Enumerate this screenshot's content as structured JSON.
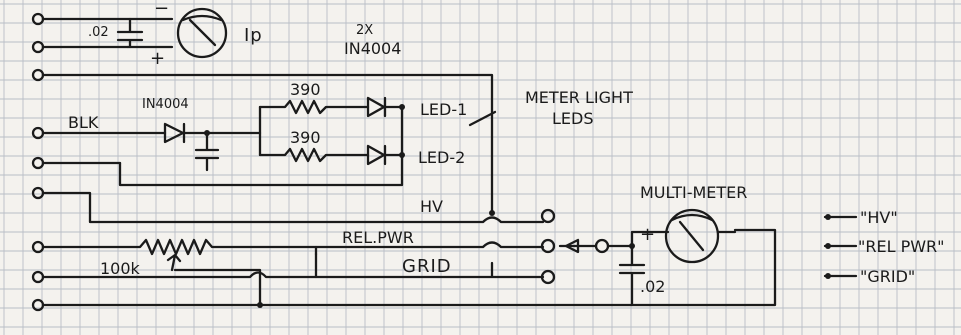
{
  "labels": {
    "cap_top_value": ".02",
    "meter_ip_label": "Ip",
    "meter_ip_minus": "−",
    "meter_ip_plus": "+",
    "diode_pair_count": "2X",
    "diode_pair_part": "IN4004",
    "resistor_1": "390",
    "resistor_2": "390",
    "led_1": "LED-1",
    "led_2": "LED-2",
    "meter_light_line1": "METER LIGHT",
    "meter_light_line2": "LEDS",
    "wire_blk": "BLK",
    "diode_single_part": "IN4004",
    "hv": "HV",
    "rel_pwr": "REL.PWR",
    "grid": "GRID",
    "pot_value": "100k",
    "multimeter": "MULTI-METER",
    "mm_plus": "+",
    "mm_minus": "−",
    "cap_bottom_value": ".02",
    "legend_hv": "\"HV\"",
    "legend_relpwr": "\"REL PWR\"",
    "legend_grid": "\"GRID\""
  }
}
